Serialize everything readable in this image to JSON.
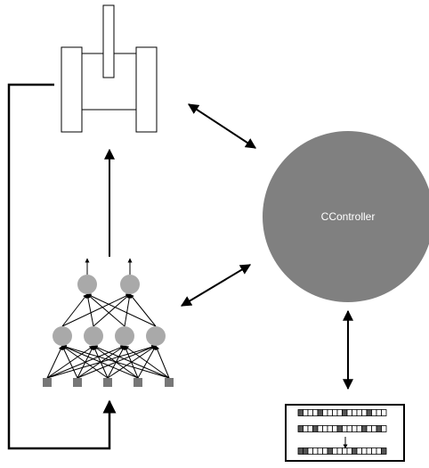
{
  "controller": {
    "label": "CController",
    "fill": "#808080"
  },
  "colors": {
    "stroke": "#000000",
    "neuron": "#a9a9a9",
    "input": "#777777"
  },
  "tape": {
    "rows": [
      {
        "cells": 18,
        "dark": [
          0,
          4,
          9,
          14
        ]
      },
      {
        "cells": 18,
        "dark": [
          0,
          3,
          8,
          13,
          16
        ]
      },
      {
        "cells": 18,
        "dark": [
          0,
          1,
          6,
          11,
          17
        ]
      }
    ]
  },
  "network": {
    "inputs": 5,
    "hidden": 4,
    "outputs": 2
  }
}
